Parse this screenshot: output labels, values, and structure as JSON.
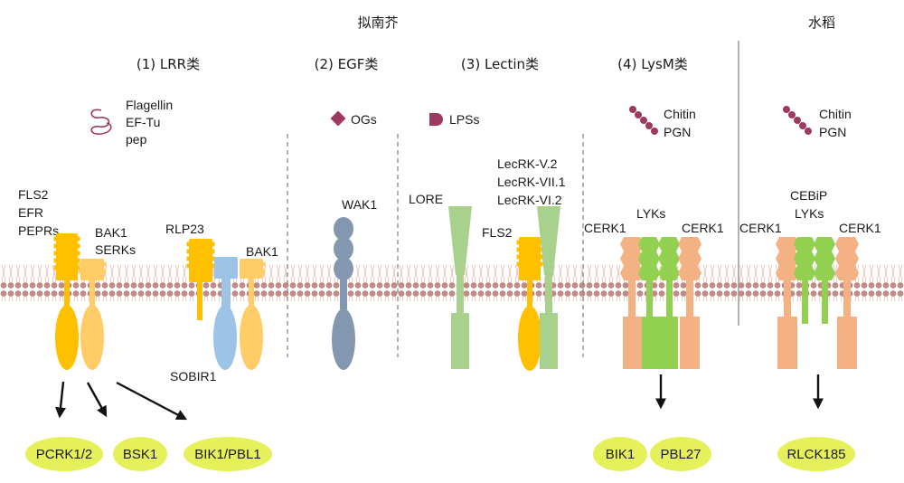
{
  "species": {
    "arabidopsis": "拟南芥",
    "rice": "水稻"
  },
  "categories": {
    "lrr": "(1) LRR类",
    "egf": "(2) EGF类",
    "lectin": "(3) Lectin类",
    "lysm": "(4) LysM类"
  },
  "ligands": {
    "flagellin": "Flagellin",
    "eftu": "EF-Tu",
    "pep": "pep",
    "ogs": "OGs",
    "lpss": "LPSs",
    "chitin_a": "Chitin",
    "pgn_a": "PGN",
    "chitin_r": "Chitin",
    "pgn_r": "PGN"
  },
  "receptors": {
    "fls2": "FLS2",
    "efr": "EFR",
    "peprs": "PEPRs",
    "bak1_a": "BAK1",
    "serks": "SERKs",
    "rlp23": "RLP23",
    "bak1_b": "BAK1",
    "sobir1": "SOBIR1",
    "wak1": "WAK1",
    "lore": "LORE",
    "lecrk_v2": "LecRK-V.2",
    "lecrk_vii1": "LecRK-VII.1",
    "lecrk_vi2": "LecRK-VI.2",
    "fls2_b": "FLS2",
    "lyks_a": "LYKs",
    "cerk1_al": "CERK1",
    "cerk1_ar": "CERK1",
    "cebip": "CEBiP",
    "lyks_r": "LYKs",
    "cerk1_rl": "CERK1",
    "cerk1_rr": "CERK1"
  },
  "outputs": {
    "pcrk": "PCRK1/2",
    "bsk1": "BSK1",
    "bik1pbl1": "BIK1/PBL1",
    "bik1": "BIK1",
    "pbl27": "PBL27",
    "rlck185": "RLCK185"
  },
  "colors": {
    "membrane_head": "#c08a86",
    "fls2": "#ffc000",
    "bak1": "#ffcc66",
    "sobir1": "#9dc3e6",
    "wak1": "#8497b0",
    "lectin": "#a9d18e",
    "lysm": "#f4b183",
    "lyk": "#92d050",
    "ligand": "#9e3a62",
    "output": "#e6f05a"
  }
}
